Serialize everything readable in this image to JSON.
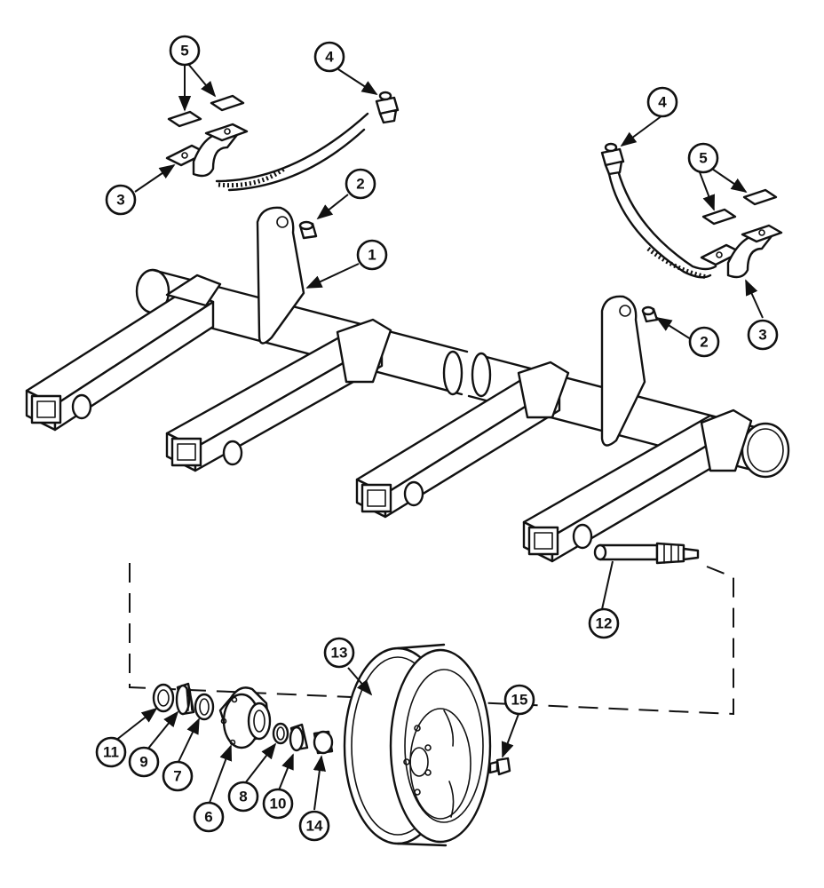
{
  "callouts": {
    "c1": "1",
    "c2a": "2",
    "c2b": "2",
    "c3a": "3",
    "c3b": "3",
    "c4a": "4",
    "c4b": "4",
    "c5a": "5",
    "c5b": "5",
    "c6": "6",
    "c7": "7",
    "c8": "8",
    "c9": "9",
    "c10": "10",
    "c11": "11",
    "c12": "12",
    "c13": "13",
    "c14": "14",
    "c15": "15"
  }
}
